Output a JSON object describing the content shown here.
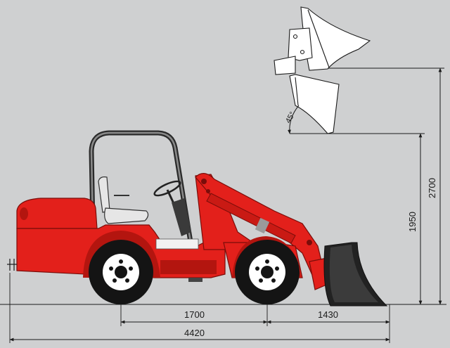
{
  "dimensions": {
    "wheelbase": "1700",
    "front_overhang": "1430",
    "overall_length": "4420",
    "lift_height": "1950",
    "max_height": "2700",
    "dump_angle": "45°"
  },
  "colors": {
    "background": "#cfd0d1",
    "body_red": "#e3201b",
    "dark_red": "#b3150f",
    "line": "#1a1a1a"
  }
}
